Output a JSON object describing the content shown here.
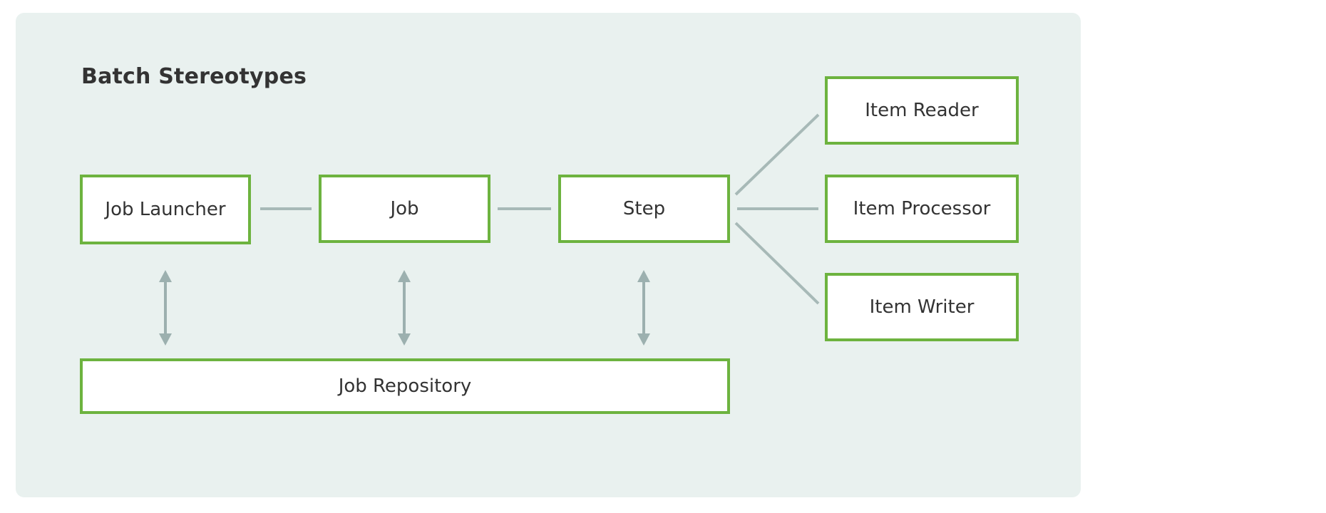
{
  "title": "Batch Stereotypes",
  "colors": {
    "box_border": "#6db33f",
    "box_fill": "#ffffff",
    "panel_bg": "#e9f1ef",
    "page_bg": "#ffffff",
    "line": "#a7b9b7",
    "arrow": "#9cb0af",
    "text": "#333333"
  },
  "nodes": {
    "job_launcher": {
      "label": "Job Launcher"
    },
    "job": {
      "label": "Job"
    },
    "step": {
      "label": "Step"
    },
    "item_reader": {
      "label": "Item Reader"
    },
    "item_processor": {
      "label": "Item Processor"
    },
    "item_writer": {
      "label": "Item Writer"
    },
    "job_repository": {
      "label": "Job Repository"
    }
  },
  "connections": [
    {
      "from": "job_launcher",
      "to": "job",
      "style": "plain-line"
    },
    {
      "from": "job",
      "to": "step",
      "style": "plain-line"
    },
    {
      "from": "step",
      "to": "item_reader",
      "style": "plain-line"
    },
    {
      "from": "step",
      "to": "item_processor",
      "style": "plain-line"
    },
    {
      "from": "step",
      "to": "item_writer",
      "style": "plain-line"
    },
    {
      "from": "job_launcher",
      "to": "job_repository",
      "style": "double-arrow"
    },
    {
      "from": "job",
      "to": "job_repository",
      "style": "double-arrow"
    },
    {
      "from": "step",
      "to": "job_repository",
      "style": "double-arrow"
    }
  ]
}
